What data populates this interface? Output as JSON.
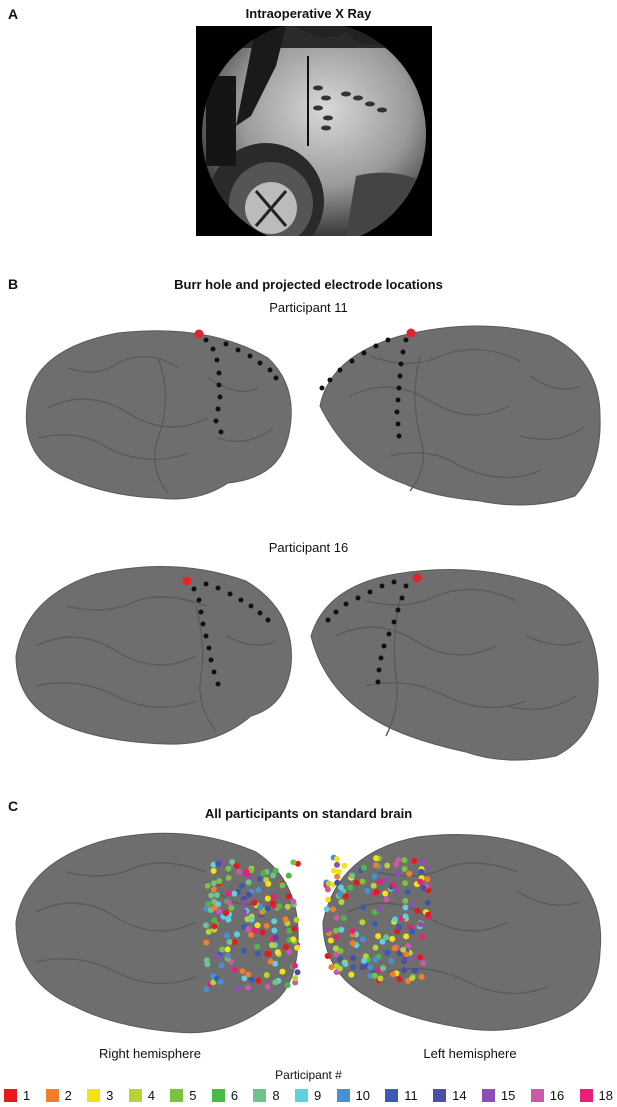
{
  "panel_a": {
    "letter": "A",
    "title": "Intraoperative X Ray"
  },
  "panel_b": {
    "letter": "B",
    "title": "Burr hole and projected electrode locations",
    "participants": [
      "Participant 11",
      "Participant 16"
    ]
  },
  "panel_c": {
    "letter": "C",
    "title": "All participants on standard brain",
    "hemispheres": [
      "Right hemisphere",
      "Left hemisphere"
    ]
  },
  "legend": {
    "title": "Participant #",
    "items": [
      {
        "label": "1",
        "color": "#e41a1c"
      },
      {
        "label": "2",
        "color": "#f07f2a"
      },
      {
        "label": "3",
        "color": "#f5e11b"
      },
      {
        "label": "4",
        "color": "#b7d334"
      },
      {
        "label": "5",
        "color": "#7cc242"
      },
      {
        "label": "6",
        "color": "#4db848"
      },
      {
        "label": "8",
        "color": "#6fc38c"
      },
      {
        "label": "9",
        "color": "#5fd0e0"
      },
      {
        "label": "10",
        "color": "#4a90d0"
      },
      {
        "label": "11",
        "color": "#3a5bb0"
      },
      {
        "label": "14",
        "color": "#4a4fa0"
      },
      {
        "label": "15",
        "color": "#8e4fb3"
      },
      {
        "label": "16",
        "color": "#c95aa8"
      },
      {
        "label": "18",
        "color": "#e8207a"
      }
    ]
  },
  "colors": {
    "burr_hole": "#e0242a",
    "electrode": "#111111",
    "brain": "#6e6e6e"
  }
}
